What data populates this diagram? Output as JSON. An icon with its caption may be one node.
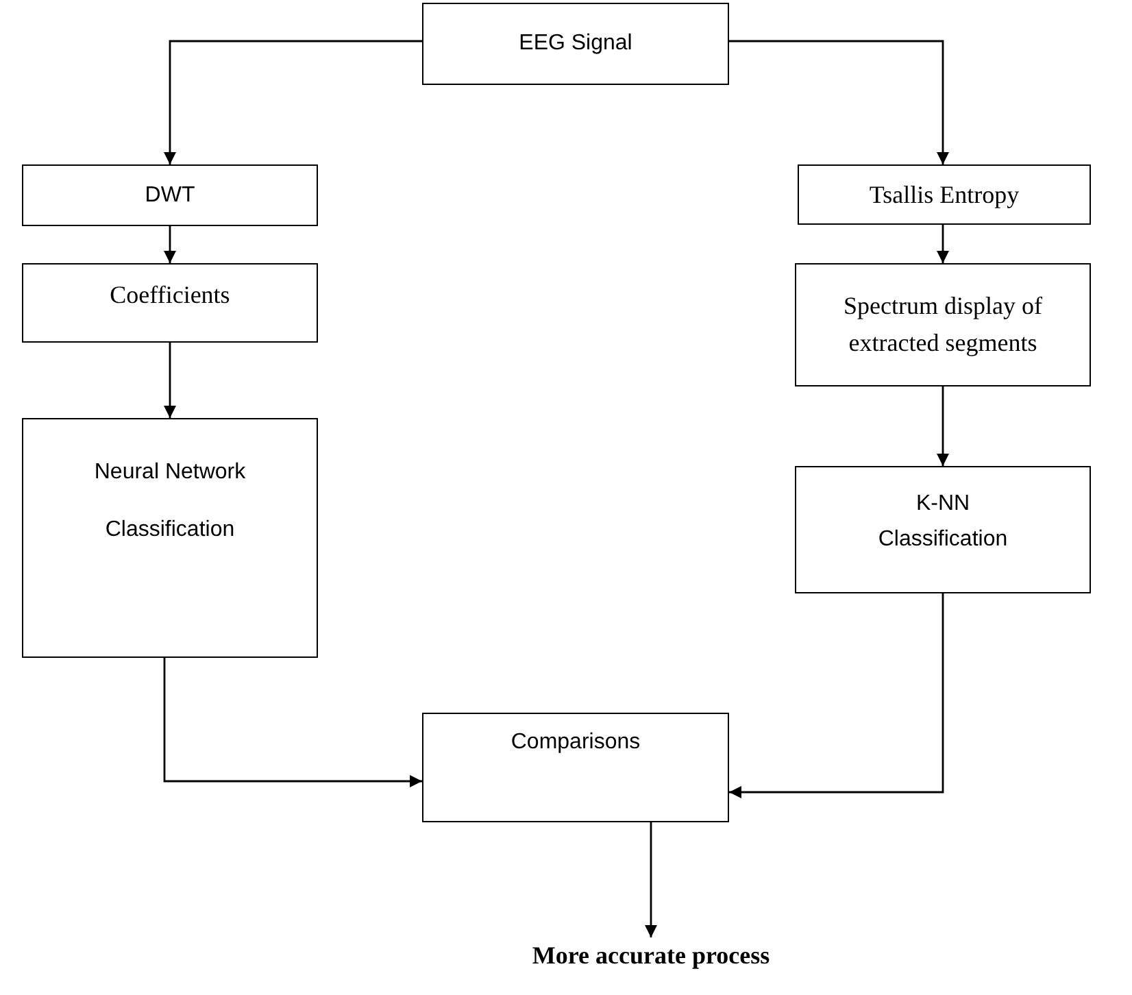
{
  "diagram": {
    "nodes": [
      {
        "text": [
          "EEG Signal"
        ]
      },
      {
        "text": [
          "DWT"
        ]
      },
      {
        "text": [
          "Tsallis Entropy"
        ]
      },
      {
        "text": [
          "Coefficients"
        ]
      },
      {
        "text": [
          "Spectrum display of extracted segments"
        ]
      },
      {
        "text": [
          "Neural Network Classification"
        ]
      },
      {
        "text": [
          "K-NN Classification"
        ]
      },
      {
        "text": [
          "Comparisons"
        ]
      },
      {
        "text": [
          "More accurate process"
        ]
      }
    ],
    "edges": [
      {
        "from": 0,
        "to": 1,
        "arrow": "to"
      },
      {
        "from": 0,
        "to": 2,
        "arrow": "to"
      },
      {
        "from": 1,
        "to": 3,
        "arrow": "to"
      },
      {
        "from": 3,
        "to": 5,
        "arrow": "to"
      },
      {
        "from": 2,
        "to": 4,
        "arrow": "to"
      },
      {
        "from": 4,
        "to": 6,
        "arrow": "to"
      },
      {
        "from": 5,
        "to": 7,
        "arrow": "to"
      },
      {
        "from": 6,
        "to": 7,
        "arrow": "to"
      },
      {
        "from": 7,
        "to": 8,
        "arrow": "to"
      }
    ]
  }
}
